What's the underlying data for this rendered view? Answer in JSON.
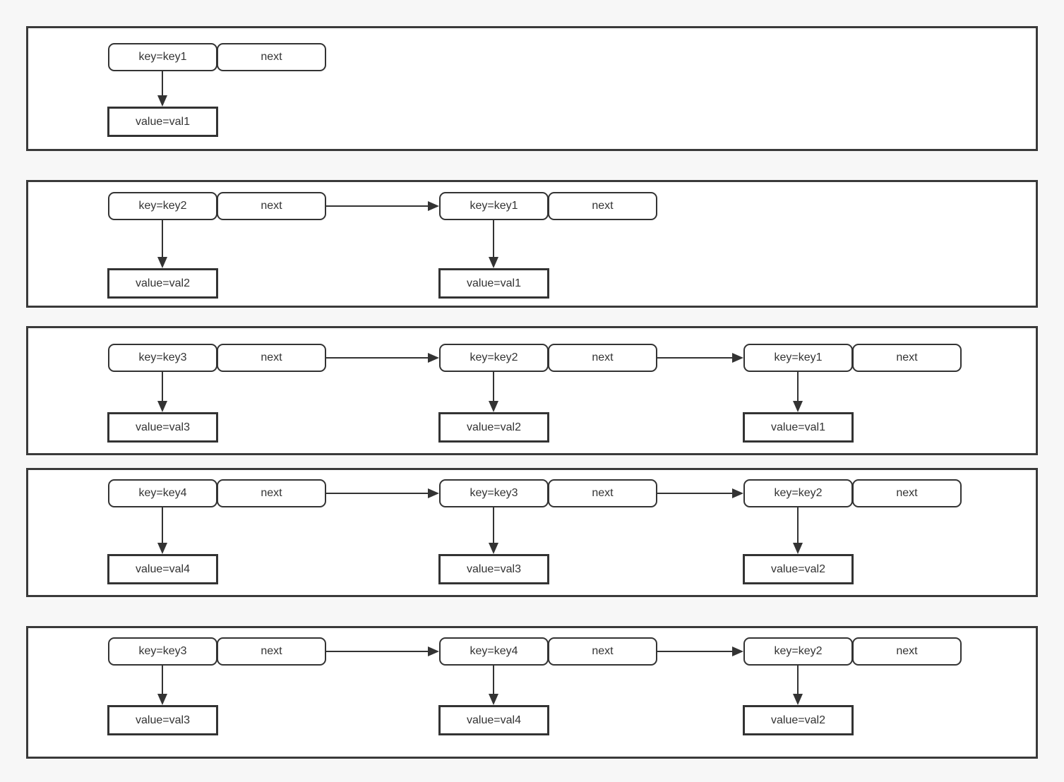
{
  "colors": {
    "page_bg": "#f7f7f7",
    "panel_bg": "#ffffff",
    "panel_border": "#3a3a3a",
    "box_border": "#333333",
    "line": "#333333",
    "text": "#333333"
  },
  "panels": [
    {
      "nodes": [
        {
          "key": "key=key1",
          "next": "next",
          "value": "value=val1"
        }
      ]
    },
    {
      "nodes": [
        {
          "key": "key=key2",
          "next": "next",
          "value": "value=val2"
        },
        {
          "key": "key=key1",
          "next": "next",
          "value": "value=val1"
        }
      ]
    },
    {
      "nodes": [
        {
          "key": "key=key3",
          "next": "next",
          "value": "value=val3"
        },
        {
          "key": "key=key2",
          "next": "next",
          "value": "value=val2"
        },
        {
          "key": "key=key1",
          "next": "next",
          "value": "value=val1"
        }
      ]
    },
    {
      "nodes": [
        {
          "key": "key=key4",
          "next": "next",
          "value": "value=val4"
        },
        {
          "key": "key=key3",
          "next": "next",
          "value": "value=val3"
        },
        {
          "key": "key=key2",
          "next": "next",
          "value": "value=val2"
        }
      ]
    },
    {
      "nodes": [
        {
          "key": "key=key3",
          "next": "next",
          "value": "value=val3"
        },
        {
          "key": "key=key4",
          "next": "next",
          "value": "value=val4"
        },
        {
          "key": "key=key2",
          "next": "next",
          "value": "value=val2"
        }
      ]
    }
  ]
}
